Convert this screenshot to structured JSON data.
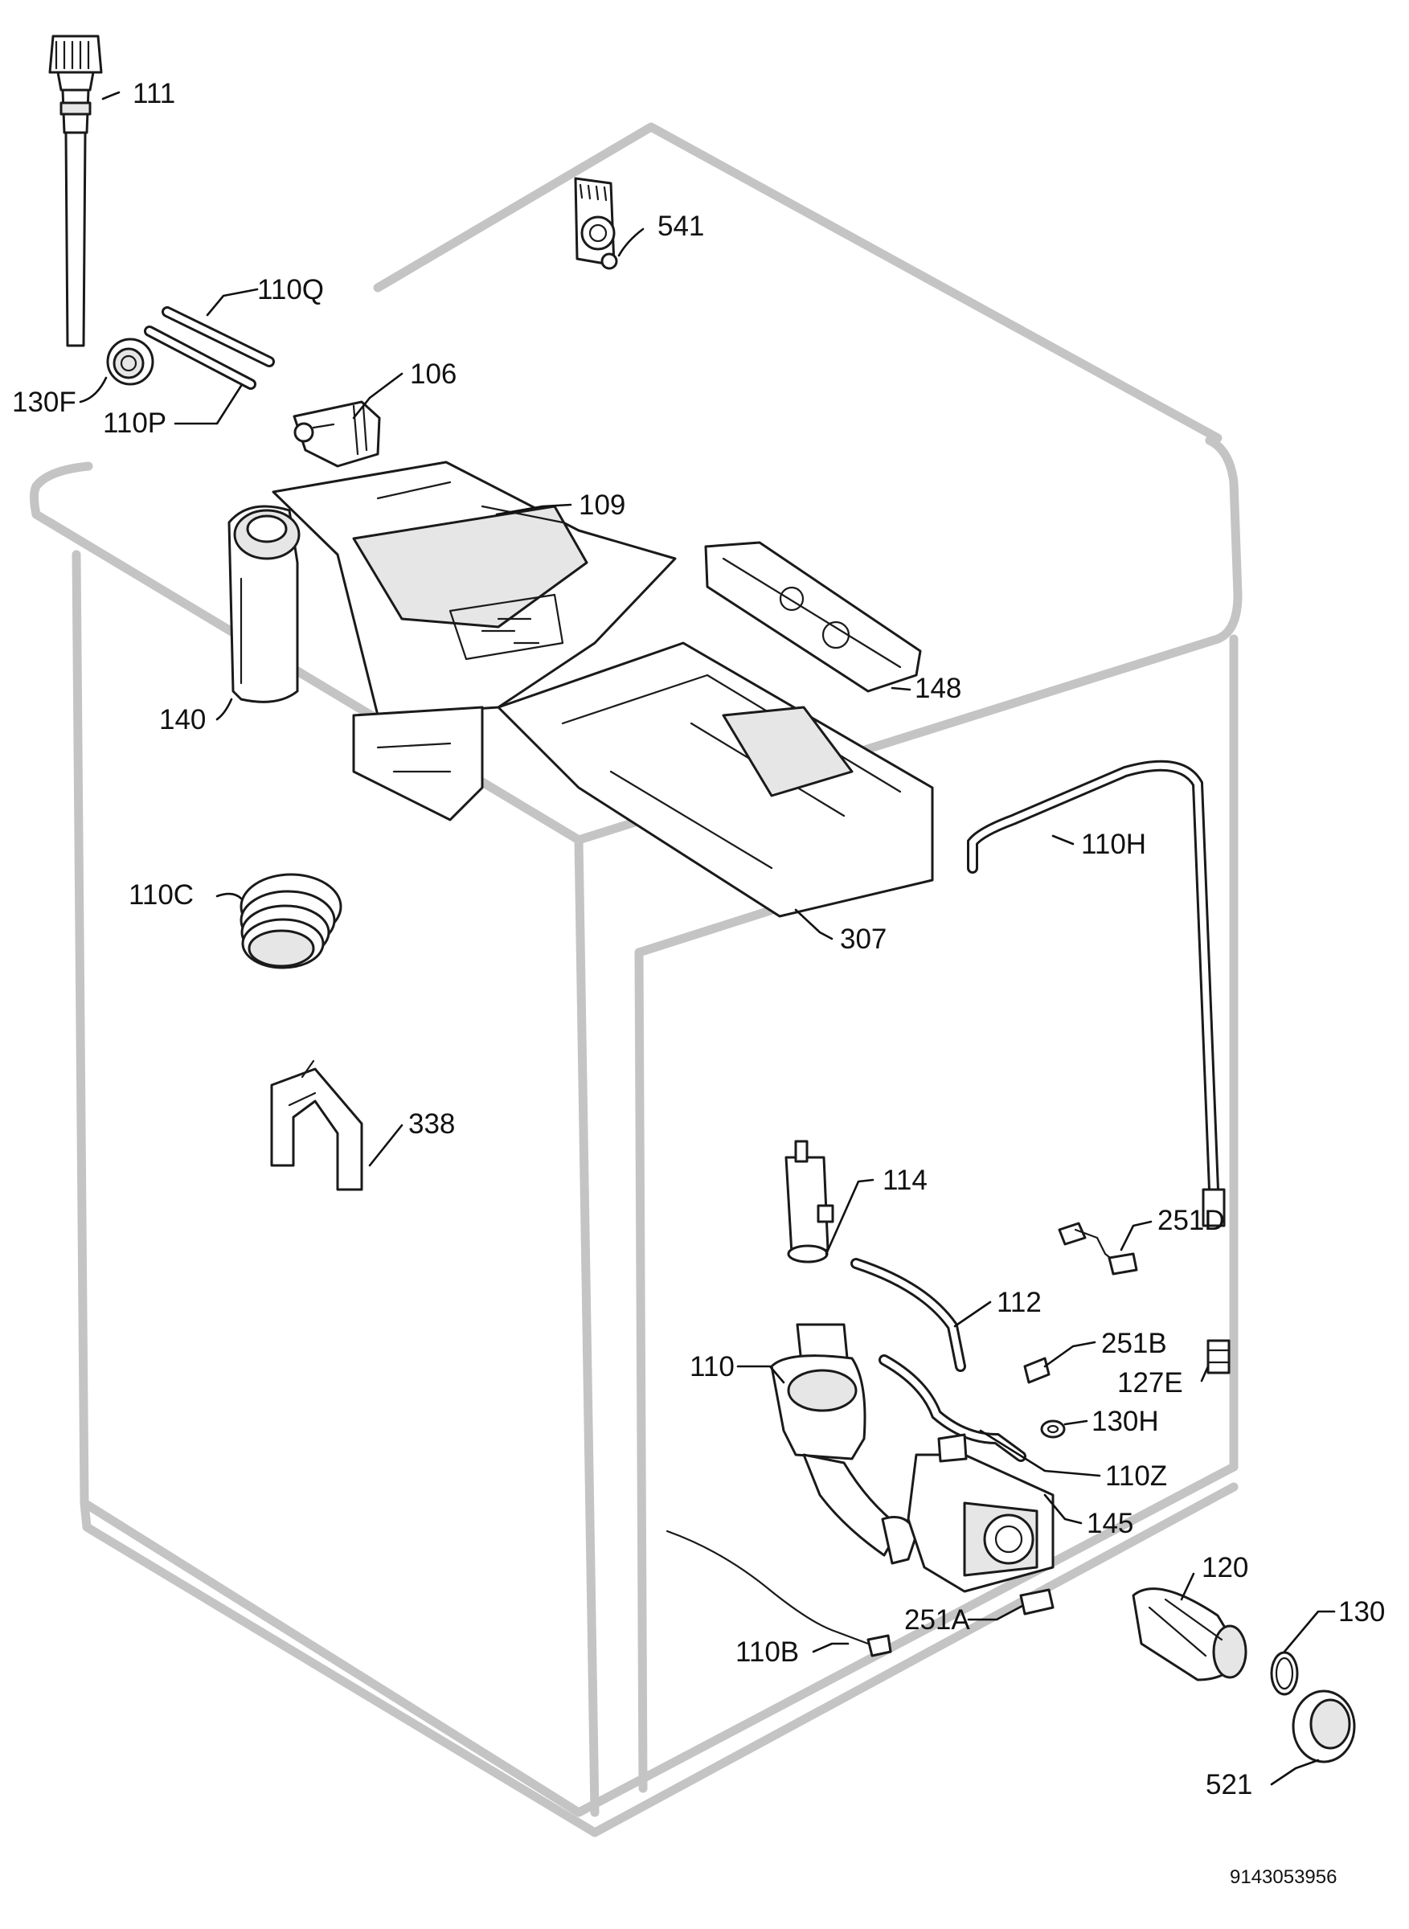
{
  "diagram": {
    "callouts": {
      "p111": "111",
      "p541": "541",
      "p110Q": "110Q",
      "p130F": "130F",
      "p110P": "110P",
      "p106": "106",
      "p109": "109",
      "p140": "140",
      "p148": "148",
      "p110H": "110H",
      "p110C": "110C",
      "p307": "307",
      "p338": "338",
      "p114": "114",
      "p251D": "251D",
      "p112": "112",
      "p251B": "251B",
      "p110": "110",
      "p127E": "127E",
      "p130H": "130H",
      "p110Z": "110Z",
      "p145": "145",
      "p120": "120",
      "p130": "130",
      "p251A": "251A",
      "p110B": "110B",
      "p521": "521"
    },
    "reference_number": "9143053956"
  }
}
